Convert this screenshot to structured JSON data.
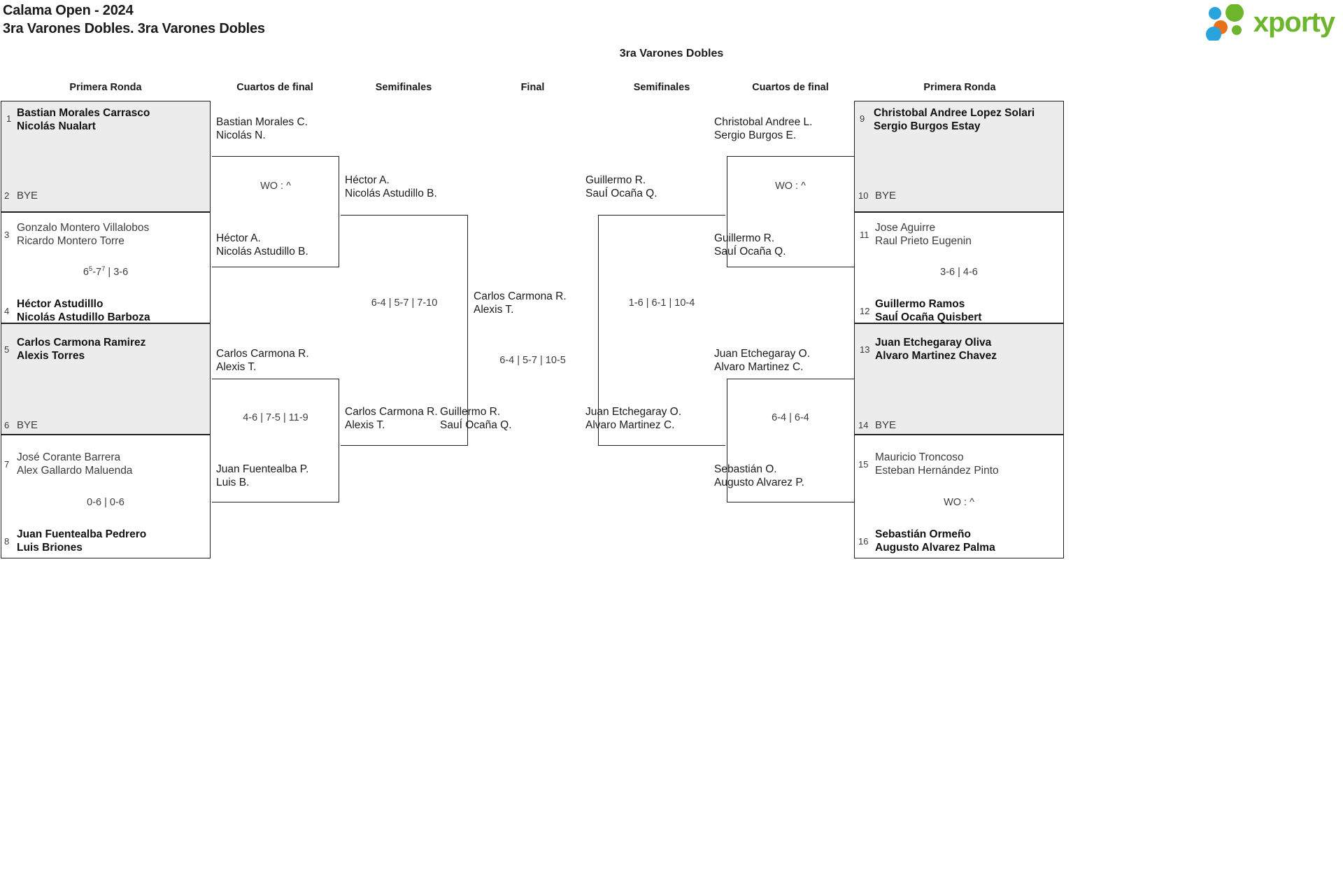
{
  "header": {
    "tournament": "Calama Open - 2024",
    "category": "3ra Varones Dobles. 3ra Varones Dobles",
    "logo_text": "xporty",
    "logo_colors": {
      "green": "#6cb52d",
      "blue": "#29a3dc",
      "orange": "#e8701a"
    }
  },
  "draw_title": "3ra Varones Dobles",
  "round_headers": {
    "l_r1": "Primera Ronda",
    "l_qf": "Cuartos de final",
    "l_sf": "Semifinales",
    "final": "Final",
    "r_sf": "Semifinales",
    "r_qf": "Cuartos de final",
    "r_r1": "Primera Ronda"
  },
  "left_first_round": [
    {
      "seed": "1",
      "p1": "Bastian Morales Carrasco",
      "p2": "Nicolás Nualart",
      "winner": true,
      "shaded": true
    },
    {
      "seed": "2",
      "bye": "BYE",
      "shaded": true
    },
    {
      "seed": "3",
      "p1": "Gonzalo Montero Villalobos",
      "p2": "Ricardo Montero Torre",
      "winner": false,
      "shaded": false
    },
    {
      "seed": "4",
      "p1": "Héctor Astudilllo",
      "p2": "Nicolás Astudillo Barboza",
      "winner": true,
      "shaded": false
    },
    {
      "seed": "5",
      "p1": "Carlos Carmona Ramirez",
      "p2": "Alexis Torres",
      "winner": true,
      "shaded": true
    },
    {
      "seed": "6",
      "bye": "BYE",
      "shaded": true
    },
    {
      "seed": "7",
      "p1": "José Corante Barrera",
      "p2": "Alex Gallardo Maluenda",
      "winner": false,
      "shaded": false
    },
    {
      "seed": "8",
      "p1": "Juan Fuentealba Pedrero",
      "p2": "Luis Briones",
      "winner": true,
      "shaded": false
    }
  ],
  "left_r1_scores": {
    "m2": {
      "set1_a": "6",
      "set1_a_tb": "5",
      "set1_b": "7",
      "set1_b_tb": "7",
      "rest": " | 3-6"
    },
    "m4": "0-6 | 0-6"
  },
  "left_quarters": [
    {
      "p1": "Bastian Morales C.",
      "p2": "Nicolás N.",
      "winner": false
    },
    {
      "p1": "Héctor A.",
      "p2": "Nicolás Astudillo B.",
      "winner": true
    },
    {
      "p1": "Carlos Carmona R.",
      "p2": "Alexis T.",
      "winner": true
    },
    {
      "p1": "Juan Fuentealba P.",
      "p2": "Luis B.",
      "winner": false
    }
  ],
  "left_quarter_scores": {
    "q1": "WO : ^",
    "q2": "4-6 | 7-5 | 11-9"
  },
  "left_semis": [
    {
      "p1": "Héctor A.",
      "p2": "Nicolás Astudillo B.",
      "winner": false
    },
    {
      "p1": "Carlos Carmona R.",
      "p2": "Alexis T.",
      "winner": true
    }
  ],
  "left_semi_score": "6-4 | 5-7 | 7-10",
  "final": {
    "left_finalist": {
      "p1": "Carlos Carmona R.",
      "p2": "Alexis T.",
      "winner": true
    },
    "right_finalist": {
      "p1": "Guillermo R.",
      "p2": "SauÍ Ocaña Q.",
      "winner": false
    },
    "score": "6-4 | 5-7 | 10-5"
  },
  "right_semis": [
    {
      "p1": "Guillermo R.",
      "p2": "SauÍ Ocaña Q.",
      "winner": true
    },
    {
      "p1": "Juan Etchegaray O.",
      "p2": "Alvaro Martinez C.",
      "winner": false
    }
  ],
  "right_semi_score": "1-6 | 6-1 | 10-4",
  "right_quarters": [
    {
      "p1": "Christobal Andree L.",
      "p2": "Sergio Burgos E.",
      "winner": false
    },
    {
      "p1": "Guillermo R.",
      "p2": "SauÍ Ocaña Q.",
      "winner": true
    },
    {
      "p1": "Juan Etchegaray O.",
      "p2": "Alvaro Martinez C.",
      "winner": true
    },
    {
      "p1": "Sebastián O.",
      "p2": "Augusto Alvarez P.",
      "winner": false
    }
  ],
  "right_quarter_scores": {
    "q1": "WO : ^",
    "q2": "6-4 | 6-4"
  },
  "right_first_round": [
    {
      "seed": "9",
      "p1": "Christobal Andree Lopez Solari",
      "p2": "Sergio Burgos Estay",
      "winner": true,
      "shaded": true
    },
    {
      "seed": "10",
      "bye": "BYE",
      "shaded": true
    },
    {
      "seed": "11",
      "p1": "Jose Aguirre",
      "p2": "Raul Prieto Eugenin",
      "winner": false,
      "shaded": false
    },
    {
      "seed": "12",
      "p1": "Guillermo Ramos",
      "p2": "SauÍ Ocaña Quisbert",
      "winner": true,
      "shaded": false
    },
    {
      "seed": "13",
      "p1": "Juan Etchegaray Oliva",
      "p2": "Alvaro Martinez Chavez",
      "winner": true,
      "shaded": true
    },
    {
      "seed": "14",
      "bye": "BYE",
      "shaded": true
    },
    {
      "seed": "15",
      "p1": "Mauricio Troncoso",
      "p2": "Esteban Hernández Pinto",
      "winner": false,
      "shaded": false
    },
    {
      "seed": "16",
      "p1": "Sebastián Ormeño",
      "p2": "Augusto Alvarez Palma",
      "winner": true,
      "shaded": false
    }
  ],
  "right_r1_scores": {
    "m2": "3-6 | 4-6",
    "m4": "WO : ^"
  }
}
